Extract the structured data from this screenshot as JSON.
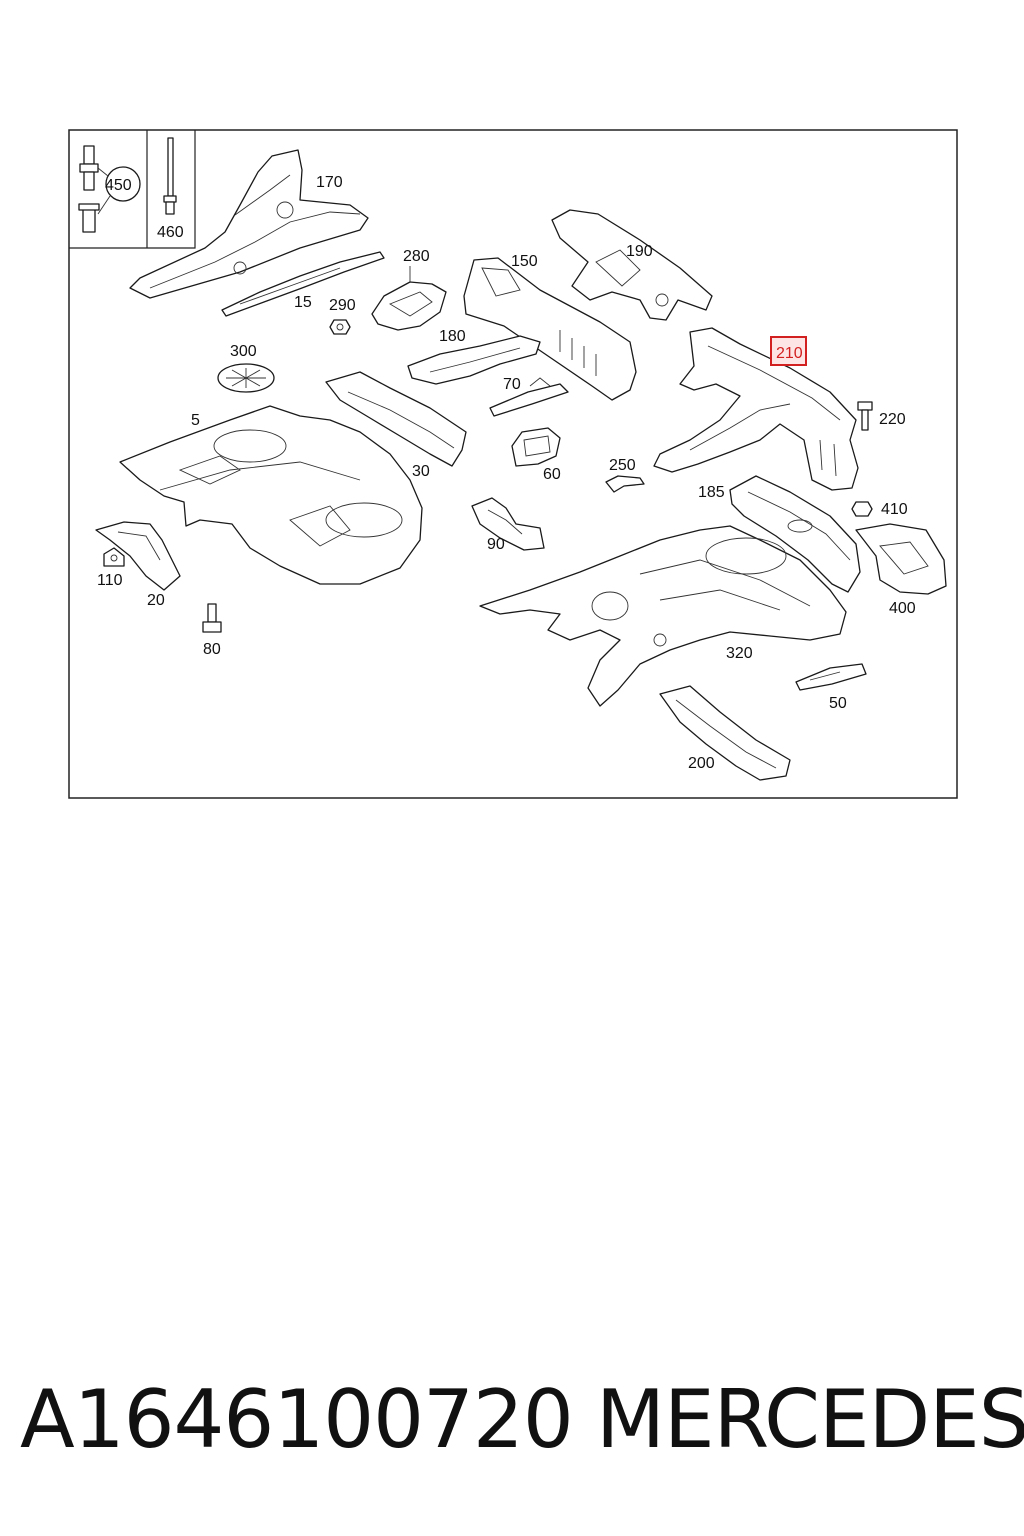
{
  "diagram": {
    "callouts": [
      {
        "id": "c450",
        "text": "450"
      },
      {
        "id": "c460",
        "text": "460"
      },
      {
        "id": "c170",
        "text": "170"
      },
      {
        "id": "c15",
        "text": "15"
      },
      {
        "id": "c280",
        "text": "280"
      },
      {
        "id": "c290",
        "text": "290"
      },
      {
        "id": "c150",
        "text": "150"
      },
      {
        "id": "c190",
        "text": "190"
      },
      {
        "id": "c180",
        "text": "180"
      },
      {
        "id": "c300",
        "text": "300"
      },
      {
        "id": "c210",
        "text": "210"
      },
      {
        "id": "c70",
        "text": "70"
      },
      {
        "id": "c220",
        "text": "220"
      },
      {
        "id": "c5",
        "text": "5"
      },
      {
        "id": "c30",
        "text": "30"
      },
      {
        "id": "c60",
        "text": "60"
      },
      {
        "id": "c250",
        "text": "250"
      },
      {
        "id": "c185",
        "text": "185"
      },
      {
        "id": "c410",
        "text": "410"
      },
      {
        "id": "c90",
        "text": "90"
      },
      {
        "id": "c110",
        "text": "110"
      },
      {
        "id": "c20",
        "text": "20"
      },
      {
        "id": "c400",
        "text": "400"
      },
      {
        "id": "c80",
        "text": "80"
      },
      {
        "id": "c320",
        "text": "320"
      },
      {
        "id": "c50",
        "text": "50"
      },
      {
        "id": "c200",
        "text": "200"
      }
    ],
    "highlighted": "210",
    "highlight_color": "#d21f1f"
  },
  "footer": {
    "part_number": "A1646100720",
    "brand": "MERCEDES"
  }
}
